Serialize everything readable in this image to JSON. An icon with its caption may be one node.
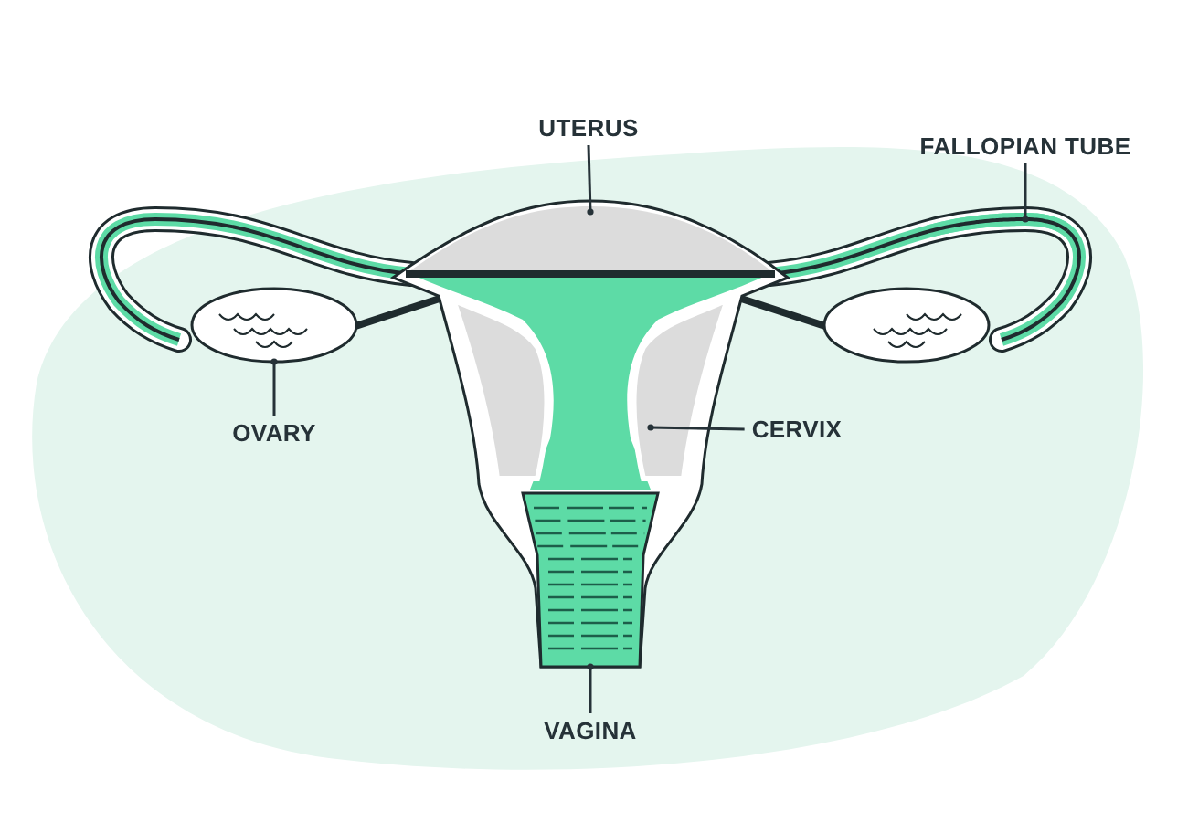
{
  "diagram": {
    "nodes": [
      {
        "text": [
          "UTERUS"
        ]
      },
      {
        "text": [
          "FALLOPIAN TUBE"
        ]
      },
      {
        "text": [
          "OVARY"
        ]
      },
      {
        "text": [
          "CERVIX"
        ]
      },
      {
        "text": [
          "VAGINA"
        ]
      },
      {
        "text": [],
        "shape": "picture"
      },
      {
        "text": [],
        "shape": "picture"
      },
      {
        "text": [],
        "shape": "picture"
      },
      {
        "text": [],
        "shape": "picture"
      },
      {
        "text": [],
        "shape": "picture"
      }
    ],
    "edges": [
      {
        "from": 0,
        "to": 5,
        "arrow": "other"
      },
      {
        "from": 1,
        "to": 6,
        "arrow": "other"
      },
      {
        "from": 2,
        "to": 7,
        "arrow": "other"
      },
      {
        "from": 3,
        "to": 8,
        "arrow": "other"
      },
      {
        "from": 4,
        "to": 9,
        "arrow": "other"
      }
    ]
  }
}
